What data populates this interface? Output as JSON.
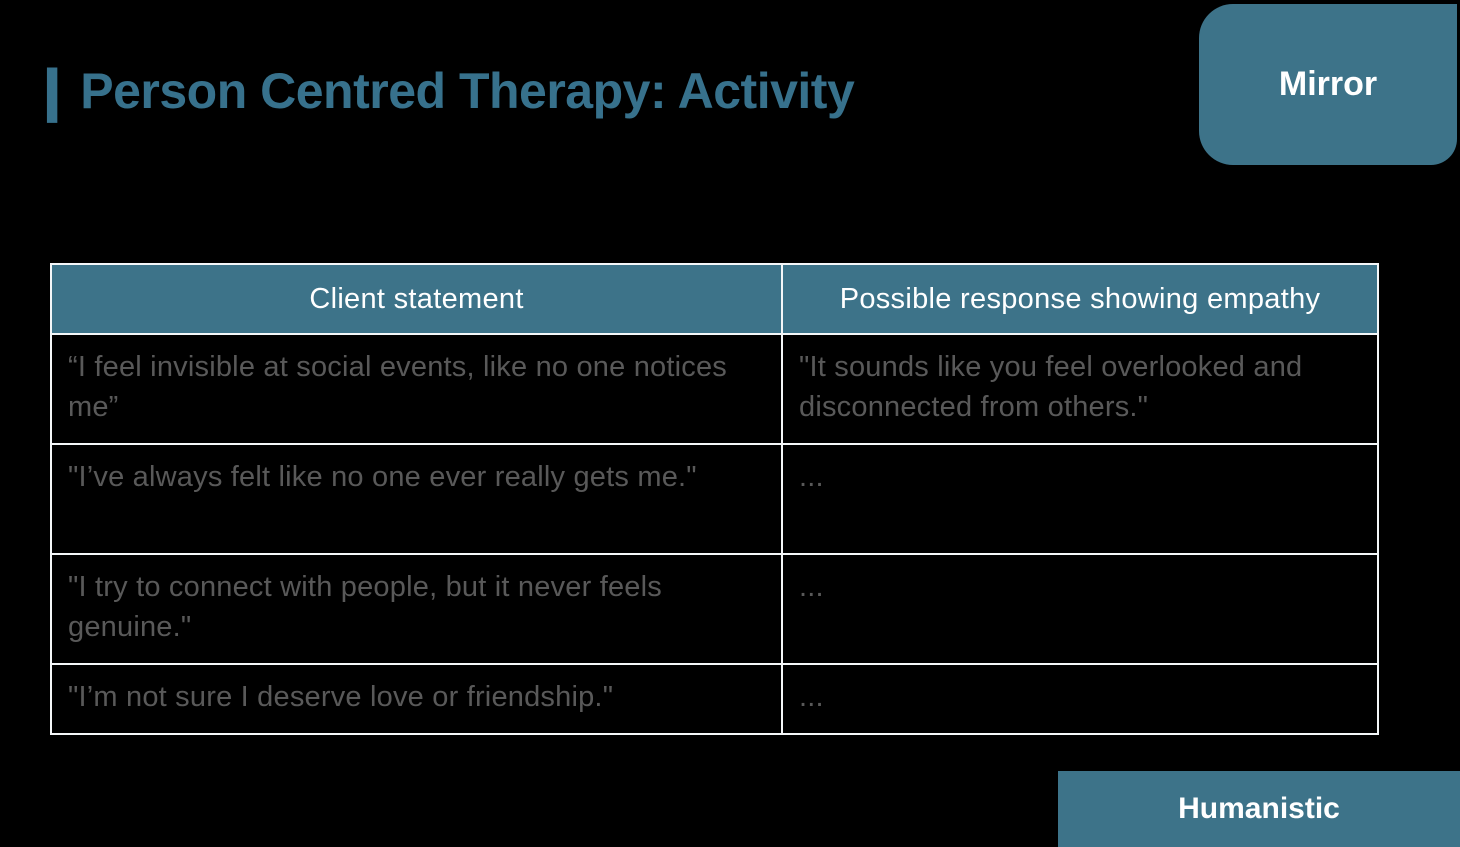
{
  "page": {
    "background_color": "#000000",
    "accent_color": "#3D7389",
    "title_color": "#37718C",
    "body_text_color": "#595959",
    "table_border_color": "#F4F7F9"
  },
  "header": {
    "accent_bar": "|",
    "title": "Person Centred Therapy: Activity"
  },
  "badges": {
    "mirror": {
      "label": "Mirror",
      "bg": "#3D7389",
      "text_color": "#FFFFFF"
    },
    "humanistic": {
      "label": "Humanistic",
      "bg": "#3D7389",
      "text_color": "#FFFFFF"
    }
  },
  "table": {
    "columns": [
      "Client statement",
      "Possible response showing empathy"
    ],
    "rows": [
      {
        "client": "“I feel invisible at social events, like no one notices me”",
        "response": "\"It sounds like you feel overlooked and disconnected from others.\""
      },
      {
        "client": "\"I’ve always felt like no one ever really gets me.\"",
        "response": "..."
      },
      {
        "client": "\"I try to connect with people, but it never feels genuine.\"",
        "response": "..."
      },
      {
        "client": "\"I’m not sure I deserve love or friendship.\"",
        "response": "..."
      }
    ]
  }
}
